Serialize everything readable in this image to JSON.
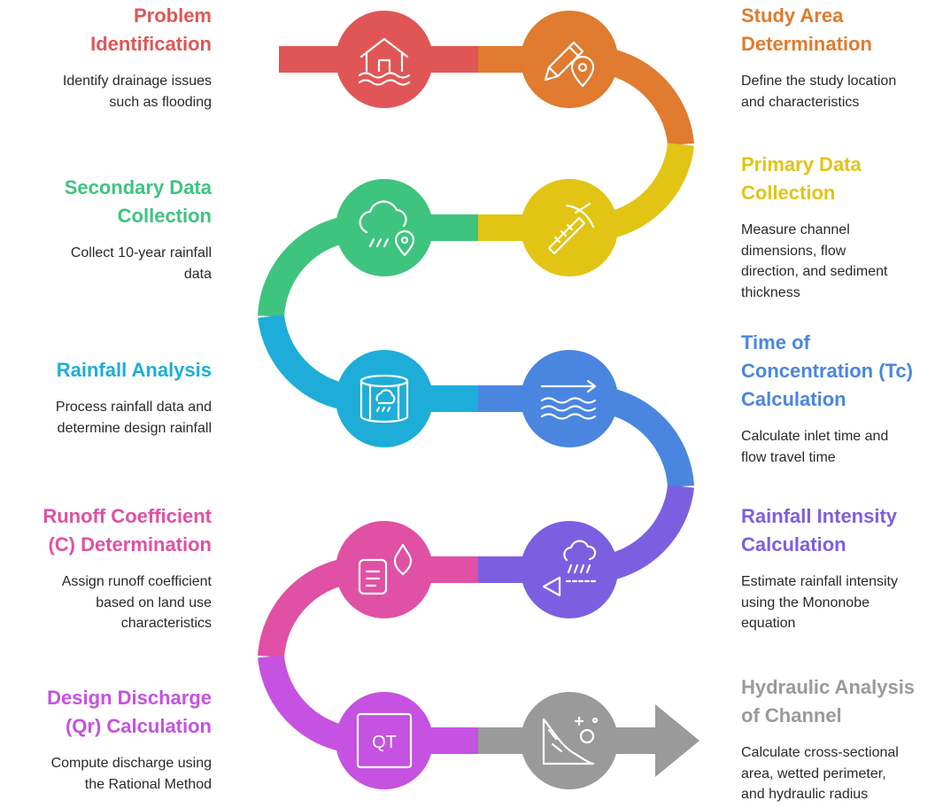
{
  "steps": [
    {
      "title": "Problem\nIdentification",
      "desc": "Identify drainage issues\nsuch as flooding",
      "color": "#e05656",
      "icon": "house-flood-icon"
    },
    {
      "title": "Study Area\nDetermination",
      "desc": "Define the study location\nand characteristics",
      "color": "#e07b2f",
      "icon": "pencil-location-icon"
    },
    {
      "title": "Primary Data\nCollection",
      "desc": "Measure channel\ndimensions, flow\ndirection, and sediment\nthickness",
      "color": "#e2c415",
      "icon": "pickaxe-icon"
    },
    {
      "title": "Secondary Data\nCollection",
      "desc": "Collect 10-year rainfall\ndata",
      "color": "#3ec47f",
      "icon": "cloud-rain-location-icon"
    },
    {
      "title": "Rainfall Analysis",
      "desc": "Process rainfall data and\ndetermine design rainfall",
      "color": "#1eadd8",
      "icon": "rain-gauge-icon"
    },
    {
      "title": "Time of\nConcentration (Tc)\nCalculation",
      "desc": "Calculate inlet time and\nflow travel time",
      "color": "#4a86e0",
      "icon": "water-flow-icon"
    },
    {
      "title": "Rainfall Intensity\nCalculation",
      "desc": "Estimate rainfall intensity\nusing the Mononobe\nequation",
      "color": "#7c5fe0",
      "icon": "rain-intensity-icon"
    },
    {
      "title": "Runoff Coefficient\n(C) Determination",
      "desc": "Assign runoff coefficient\nbased on land use\ncharacteristics",
      "color": "#e050a4",
      "icon": "document-drop-icon"
    },
    {
      "title": "Design Discharge\n(Qr) Calculation",
      "desc": "Compute discharge using\nthe Rational Method",
      "color": "#c552e0",
      "icon": "qt-formula-icon",
      "icon_text": "QT"
    },
    {
      "title": "Hydraulic Analysis\nof Channel",
      "desc": "Calculate cross-sectional\narea, wetted perimeter,\nand hydraulic radius",
      "color": "#9a9a9a",
      "icon": "landslide-slope-icon"
    }
  ]
}
